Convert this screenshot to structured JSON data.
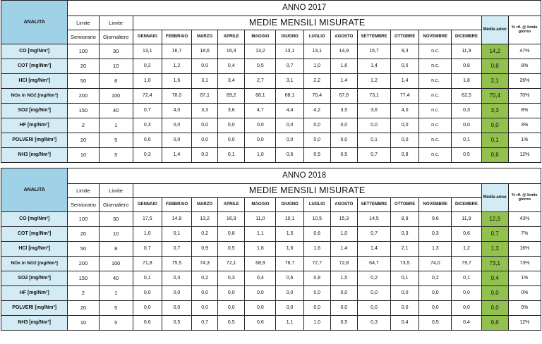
{
  "headers": {
    "analita": "ANALITA",
    "limite": "Limite",
    "semiorario": "Semiorario",
    "giornaliero": "Giornaliero",
    "medie": "MEDIE MENSILI MISURATE",
    "media_anno": "Media anno",
    "pct_rif": "% rif. @ limite giorno",
    "months": [
      "GENNAIO",
      "FEBBRAIO",
      "MARZO",
      "APRILE",
      "MAGGIO",
      "GIUGNO",
      "LUGLIO",
      "AGOSTO",
      "SETTEMBRE",
      "OTTOBRE",
      "NOVEMBRE",
      "DICEMBRE"
    ]
  },
  "colors": {
    "header_blue": "#9fd2e6",
    "label_blue": "#d3ebf4",
    "media_green": "#92c24d"
  },
  "tables": [
    {
      "year": "ANNO 2017",
      "rows": [
        {
          "label": "CO [mg/Nm³]",
          "semi": "100",
          "giorn": "30",
          "months": [
            "13,1",
            "16,7",
            "18,6",
            "16,3",
            "13,2",
            "13,1",
            "13,1",
            "14,9",
            "15,7",
            "9,3",
            "n.c.",
            "11,9"
          ],
          "media": "14,2",
          "pct": "47%"
        },
        {
          "label": "COT [mg/Nm³]",
          "semi": "20",
          "giorn": "10",
          "months": [
            "0,2",
            "1,2",
            "0,0",
            "0,4",
            "0,5",
            "0,7",
            "1,0",
            "1,6",
            "1,4",
            "0,5",
            "n.c.",
            "0,8"
          ],
          "media": "0,8",
          "pct": "8%"
        },
        {
          "label": "HCl [mg/Nm³]",
          "semi": "50",
          "giorn": "8",
          "months": [
            "1,0",
            "1,6",
            "3,1",
            "3,4",
            "2,7",
            "3,1",
            "2,2",
            "1,4",
            "1,2",
            "1,4",
            "n.c.",
            "1,8"
          ],
          "media": "2,1",
          "pct": "26%"
        },
        {
          "label": "NOx in NO2 [mg/Nm³]",
          "semi": "200",
          "giorn": "100",
          "months": [
            "72,4",
            "78,0",
            "67,1",
            "69,2",
            "68,1",
            "68,1",
            "70,4",
            "67,6",
            "73,1",
            "77,4",
            "n.c.",
            "62,5"
          ],
          "media": "70,4",
          "pct": "70%"
        },
        {
          "label": "SO2 [mg/Nm³]",
          "semi": "150",
          "giorn": "40",
          "months": [
            "0,7",
            "4,0",
            "3,3",
            "3,6",
            "4,7",
            "4,4",
            "4,2",
            "3,5",
            "3,6",
            "4,0",
            "n.c.",
            "0,3"
          ],
          "media": "3,3",
          "pct": "8%"
        },
        {
          "label": "HF [mg/Nm³]",
          "semi": "2",
          "giorn": "1",
          "months": [
            "0,3",
            "0,0",
            "0,0",
            "0,0",
            "0,0",
            "0,0",
            "0,0",
            "0,0",
            "0,0",
            "0,0",
            "n.c.",
            "0,0"
          ],
          "media": "0,0",
          "pct": "3%"
        },
        {
          "label": "POLVERI [mg/Nm³]",
          "semi": "20",
          "giorn": "5",
          "months": [
            "0,6",
            "0,0",
            "0,0",
            "0,0",
            "0,0",
            "0,0",
            "0,0",
            "0,0",
            "0,1",
            "0,0",
            "n.c.",
            "0,1"
          ],
          "media": "0,1",
          "pct": "1%"
        },
        {
          "label": "NH3 [mg/Nm³]",
          "semi": "10",
          "giorn": "5",
          "months": [
            "0,3",
            "1,4",
            "0,3",
            "0,1",
            "1,0",
            "0,6",
            "0,5",
            "0,5",
            "0,7",
            "0,8",
            "n.c.",
            "0,5"
          ],
          "media": "0,6",
          "pct": "12%"
        }
      ]
    },
    {
      "year": "ANNO 2018",
      "rows": [
        {
          "label": "CO [mg/Nm³]",
          "semi": "100",
          "giorn": "30",
          "months": [
            "17,5",
            "14,8",
            "13,2",
            "16,9",
            "11,0",
            "10,1",
            "10,5",
            "15,3",
            "14,5",
            "8,9",
            "9,6",
            "11,9"
          ],
          "media": "12,9",
          "pct": "43%"
        },
        {
          "label": "COT [mg/Nm³]",
          "semi": "20",
          "giorn": "10",
          "months": [
            "1,0",
            "0,1",
            "0,2",
            "0,8",
            "1,1",
            "1,5",
            "0,6",
            "1,0",
            "0,7",
            "0,3",
            "0,3",
            "0,6"
          ],
          "media": "0,7",
          "pct": "7%"
        },
        {
          "label": "HCl [mg/Nm³]",
          "semi": "50",
          "giorn": "8",
          "months": [
            "0,7",
            "0,7",
            "0,9",
            "0,5",
            "1,6",
            "1,6",
            "1,6",
            "1,4",
            "1,4",
            "2,1",
            "1,3",
            "1,2"
          ],
          "media": "1,3",
          "pct": "16%"
        },
        {
          "label": "NOx in NO2 [mg/Nm³]",
          "semi": "200",
          "giorn": "100",
          "months": [
            "71,8",
            "75,5",
            "74,3",
            "72,1",
            "68,9",
            "76,7",
            "72,7",
            "72,8",
            "64,7",
            "73,5",
            "74,0",
            "79,7"
          ],
          "media": "73,1",
          "pct": "73%"
        },
        {
          "label": "SO2 [mg/Nm³]",
          "semi": "150",
          "giorn": "40",
          "months": [
            "0,1",
            "0,3",
            "0,2",
            "0,3",
            "0,4",
            "0,6",
            "0,8",
            "1,5",
            "0,2",
            "0,1",
            "0,2",
            "0,1"
          ],
          "media": "0,4",
          "pct": "1%"
        },
        {
          "label": "HF [mg/Nm³]",
          "semi": "2",
          "giorn": "1",
          "months": [
            "0,0",
            "0,0",
            "0,0",
            "0,0",
            "0,0",
            "0,0",
            "0,0",
            "0,0",
            "0,0",
            "0,0",
            "0,0",
            "0,0"
          ],
          "media": "0,0",
          "pct": "0%"
        },
        {
          "label": "POLVERI [mg/Nm³]",
          "semi": "20",
          "giorn": "5",
          "months": [
            "0,0",
            "0,0",
            "0,0",
            "0,0",
            "0,0",
            "0,0",
            "0,0",
            "0,0",
            "0,0",
            "0,0",
            "0,0",
            "0,0"
          ],
          "media": "0,0",
          "pct": "0%"
        },
        {
          "label": "NH3 [mg/Nm³]",
          "semi": "10",
          "giorn": "5",
          "months": [
            "0,6",
            "0,5",
            "0,7",
            "0,5",
            "0,6",
            "1,1",
            "1,0",
            "0,5",
            "0,3",
            "0,4",
            "0,5",
            "0,4"
          ],
          "media": "0,6",
          "pct": "12%"
        }
      ]
    }
  ]
}
